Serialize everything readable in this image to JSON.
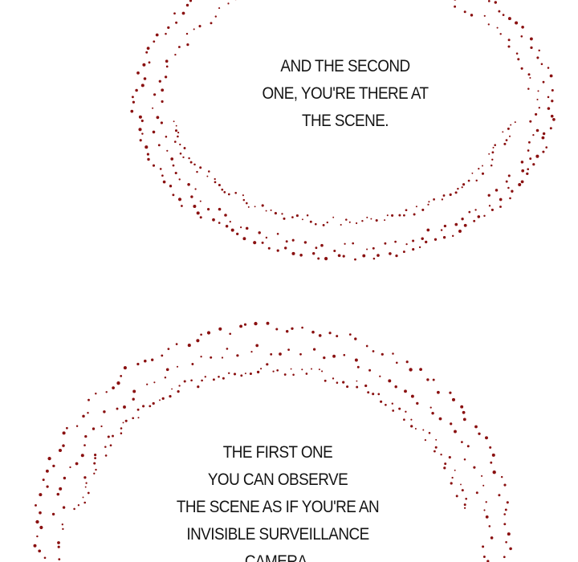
{
  "colors": {
    "background": "#ffffff",
    "dots": "#8a1010",
    "text": "#141414"
  },
  "bubbles": [
    {
      "lines": [
        "AND THE SECOND",
        "ONE, YOU'RE THERE AT",
        "THE SCENE."
      ]
    },
    {
      "lines": [
        "THE FIRST ONE",
        "YOU CAN OBSERVE",
        "THE SCENE AS IF YOU'RE AN",
        "INVISIBLE SURVEILLANCE",
        "CAMERA."
      ]
    }
  ]
}
